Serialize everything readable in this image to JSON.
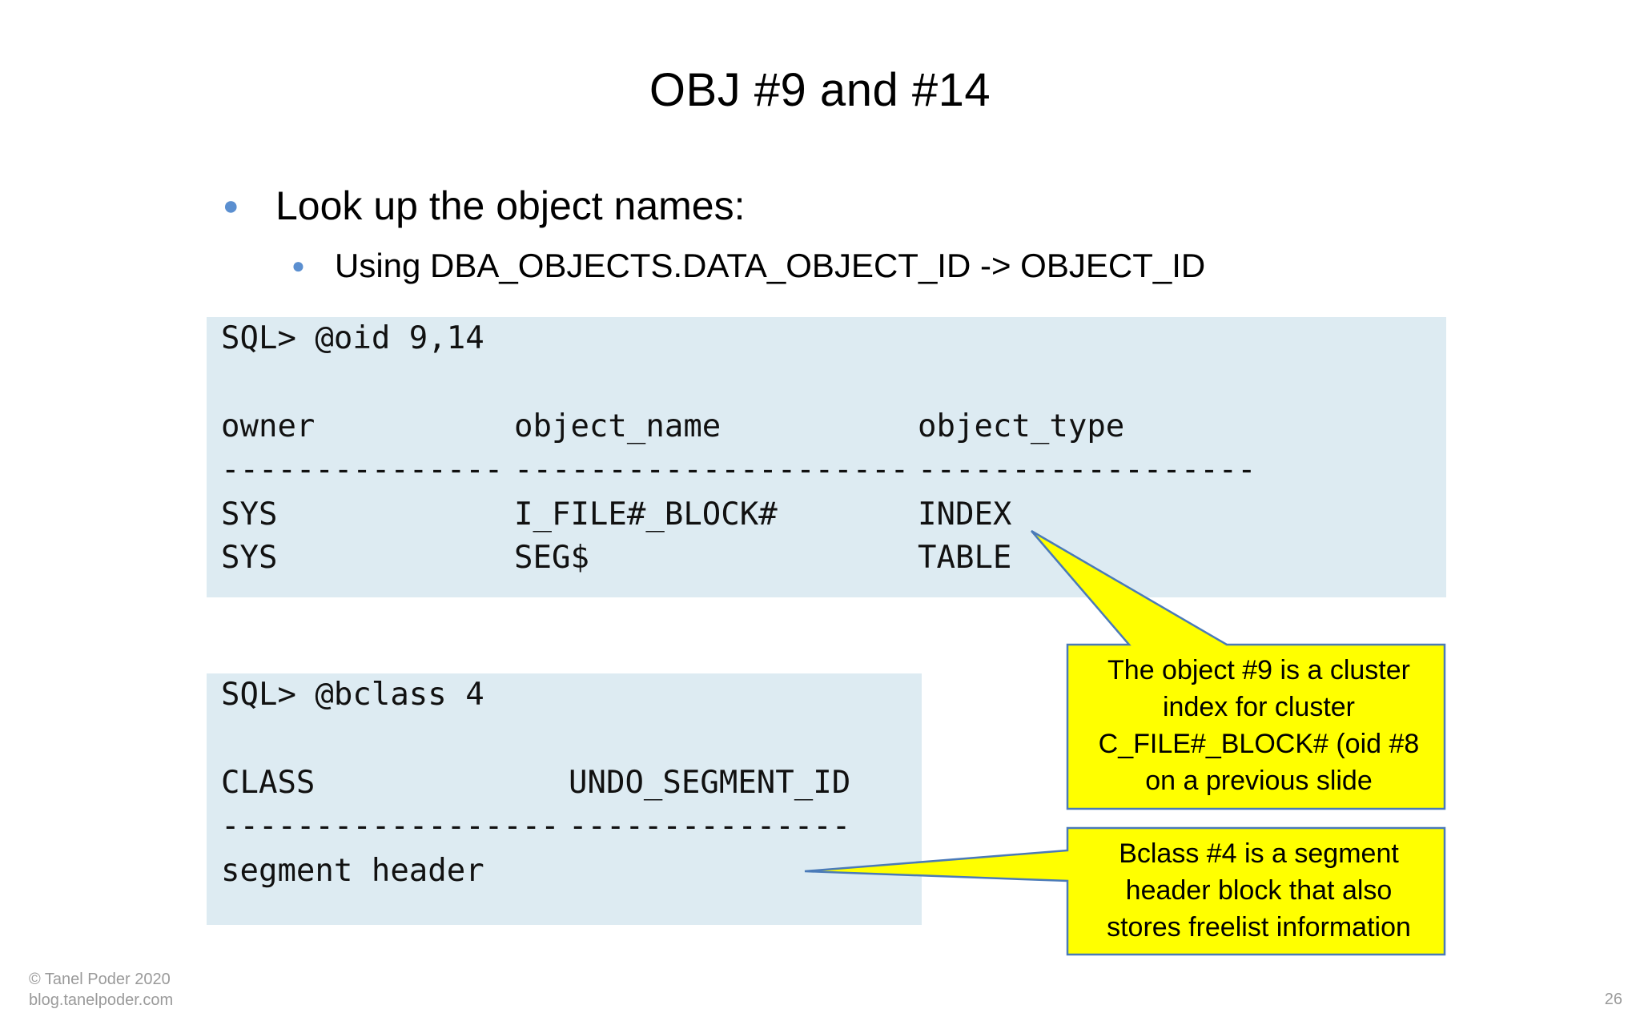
{
  "slide": {
    "title": "OBJ #9 and #14",
    "bullets": {
      "level1": "Look up the object names:",
      "level2": "Using DBA_OBJECTS.DATA_OBJECT_ID -> OBJECT_ID"
    }
  },
  "query1": {
    "command": "SQL> @oid 9,14",
    "headers": [
      "owner",
      "object_name",
      "object_type"
    ],
    "separators": [
      "---------------",
      "---------------------",
      "------------------"
    ],
    "rows": [
      [
        "SYS",
        "I_FILE#_BLOCK#",
        "INDEX"
      ],
      [
        "SYS",
        "SEG$",
        "TABLE"
      ]
    ]
  },
  "query2": {
    "command": "SQL> @bclass 4",
    "headers": [
      "CLASS",
      "UNDO_SEGMENT_ID"
    ],
    "separators": [
      "------------------",
      "---------------"
    ],
    "rows": [
      [
        "segment header",
        ""
      ]
    ]
  },
  "callouts": [
    {
      "lines": [
        "The object #9 is a cluster",
        "index for cluster",
        "C_FILE#_BLOCK# (oid #8",
        "on a previous slide"
      ]
    },
    {
      "lines": [
        "Bclass #4 is a segment",
        "header block that also",
        "stores freelist information"
      ]
    }
  ],
  "colors": {
    "code_background": "#DDEBF2",
    "callout_fill": "#FFFF00",
    "callout_border": "#4A7AB8",
    "bullet": "#5B8FD0"
  },
  "footer": {
    "copyright": "© Tanel Poder 2020",
    "site": "blog.tanelpoder.com",
    "page_number": "26"
  }
}
